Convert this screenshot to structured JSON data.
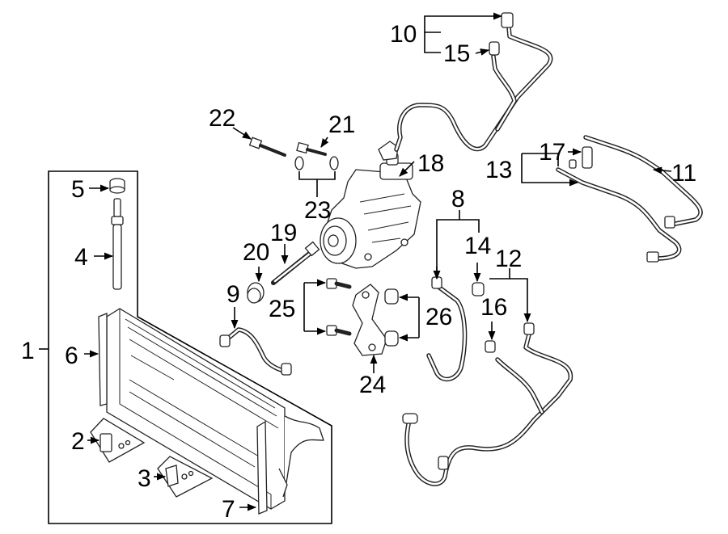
{
  "callouts": {
    "c1": "1",
    "c2": "2",
    "c3": "3",
    "c4": "4",
    "c5": "5",
    "c6": "6",
    "c7": "7",
    "c8": "8",
    "c9": "9",
    "c10": "10",
    "c11": "11",
    "c12": "12",
    "c13": "13",
    "c14": "14",
    "c15": "15",
    "c16": "16",
    "c17": "17",
    "c18": "18",
    "c19": "19",
    "c20": "20",
    "c21": "21",
    "c22": "22",
    "c23": "23",
    "c24": "24",
    "c25": "25",
    "c26": "26"
  },
  "colors": {
    "line": "#000000",
    "part_stroke": "#222222",
    "background": "#ffffff"
  }
}
